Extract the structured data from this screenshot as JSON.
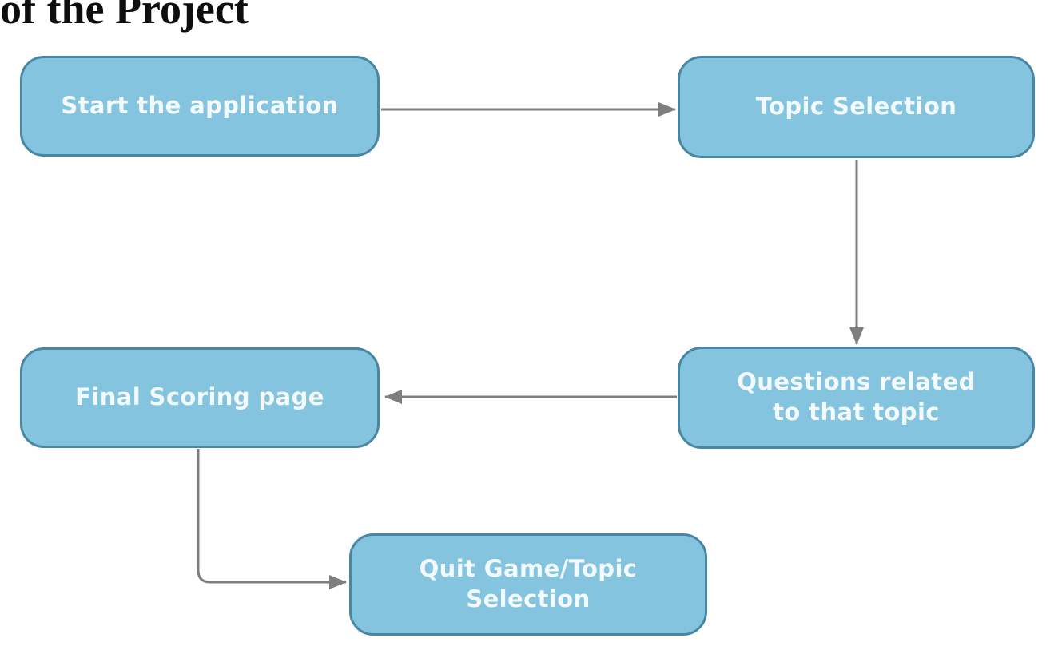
{
  "title": {
    "text": "of the Project"
  },
  "diagram": {
    "type": "flowchart",
    "nodes": [
      {
        "id": "start",
        "label": "Start the application"
      },
      {
        "id": "topic-selection",
        "label": "Topic Selection"
      },
      {
        "id": "questions",
        "label": "Questions related\nto that topic"
      },
      {
        "id": "final-scoring",
        "label": "Final Scoring page"
      },
      {
        "id": "quit",
        "label": "Quit Game/Topic\nSelection"
      }
    ],
    "edges": [
      {
        "from": "start",
        "to": "topic-selection",
        "direction": "right"
      },
      {
        "from": "topic-selection",
        "to": "questions",
        "direction": "down"
      },
      {
        "from": "questions",
        "to": "final-scoring",
        "direction": "left"
      },
      {
        "from": "final-scoring",
        "to": "quit",
        "direction": "down-right"
      }
    ],
    "colors": {
      "node_fill": "#85C4DF",
      "node_border": "#4887A3",
      "node_text": "#F2FAFD",
      "arrow": "#7E7E7E",
      "title_text": "#0E0E0E",
      "background": "#FFFFFF"
    }
  }
}
